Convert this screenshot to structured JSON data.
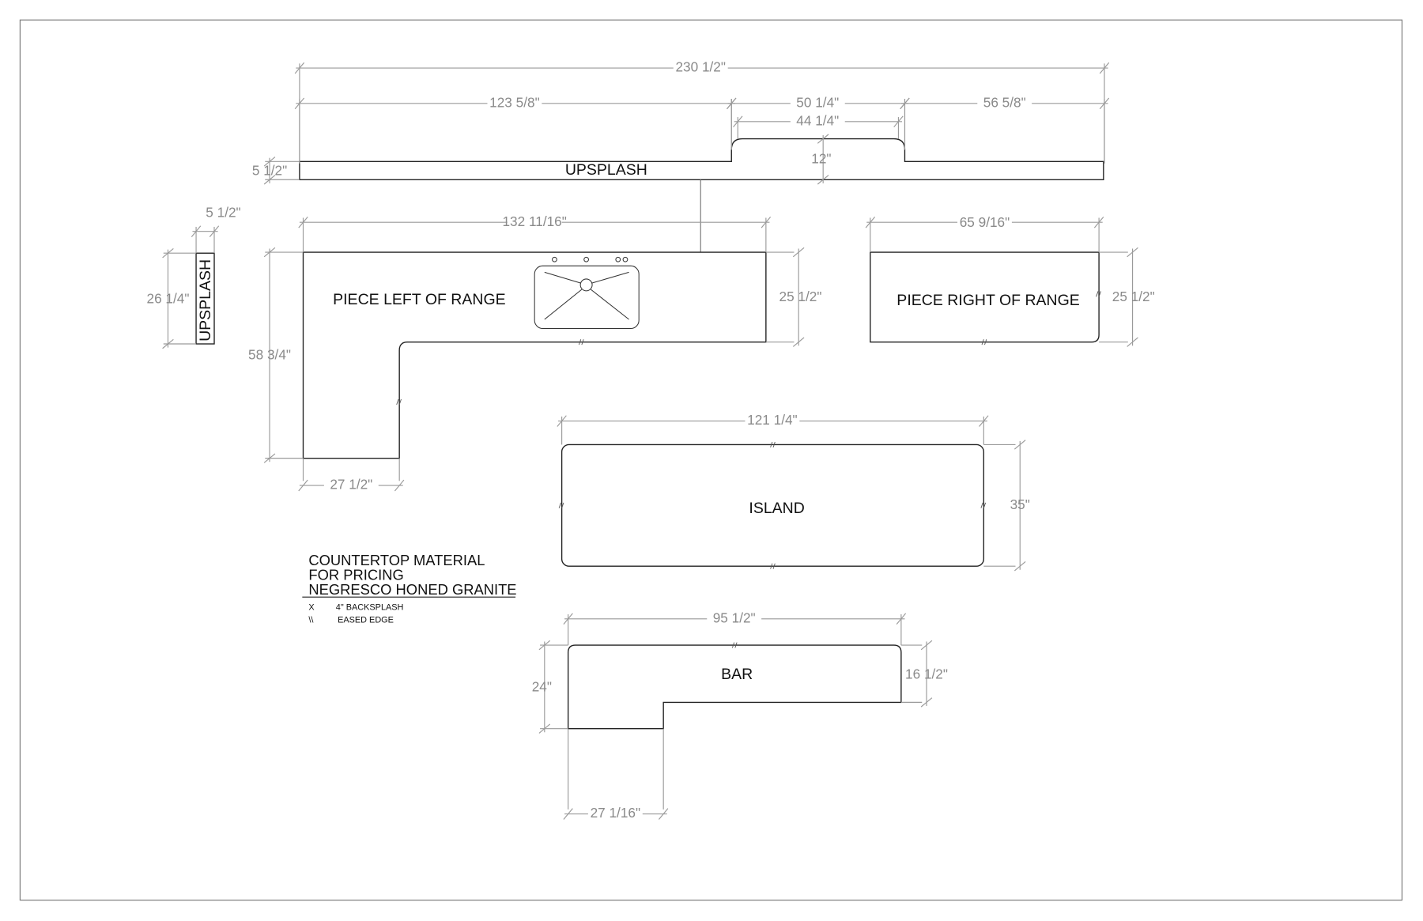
{
  "dimensions": {
    "overall_length": "230 1/2\"",
    "upsplash_left": "123 5/8\"",
    "upsplash_range_outer": "50 1/4\"",
    "upsplash_range_inner": "44 1/4\"",
    "upsplash_right": "56 5/8\"",
    "upsplash_range_height": "12\"",
    "upsplash_height": "5 1/2\"",
    "left_piece_length": "132 11/16\"",
    "left_piece_depth": "25 1/2\"",
    "left_piece_leg_length": "58 3/4\"",
    "left_piece_leg_width": "27 1/2\"",
    "side_upsplash_width": "5 1/2\"",
    "side_upsplash_length": "26 1/4\"",
    "right_piece_length": "65 9/16\"",
    "right_piece_depth": "25 1/2\"",
    "island_length": "121 1/4\"",
    "island_depth": "35\"",
    "bar_length": "95 1/2\"",
    "bar_depth": "24\"",
    "bar_narrow_depth": "16 1/2\"",
    "bar_leg_width": "27 1/16\""
  },
  "pieces": {
    "upsplash": "UPSPLASH",
    "side_upsplash": "UPSPLASH",
    "left_of_range": "PIECE LEFT OF RANGE",
    "right_of_range": "PIECE RIGHT OF RANGE",
    "island": "ISLAND",
    "bar": "BAR"
  },
  "notes": {
    "line1": "COUNTERTOP MATERIAL",
    "line2": "FOR PRICING",
    "line3": "NEGRESCO HONED GRANITE"
  },
  "legend": [
    {
      "symbol": "X",
      "label": "4\" BACKSPLASH"
    },
    {
      "symbol": "\\\\",
      "label": "EASED EDGE"
    }
  ]
}
